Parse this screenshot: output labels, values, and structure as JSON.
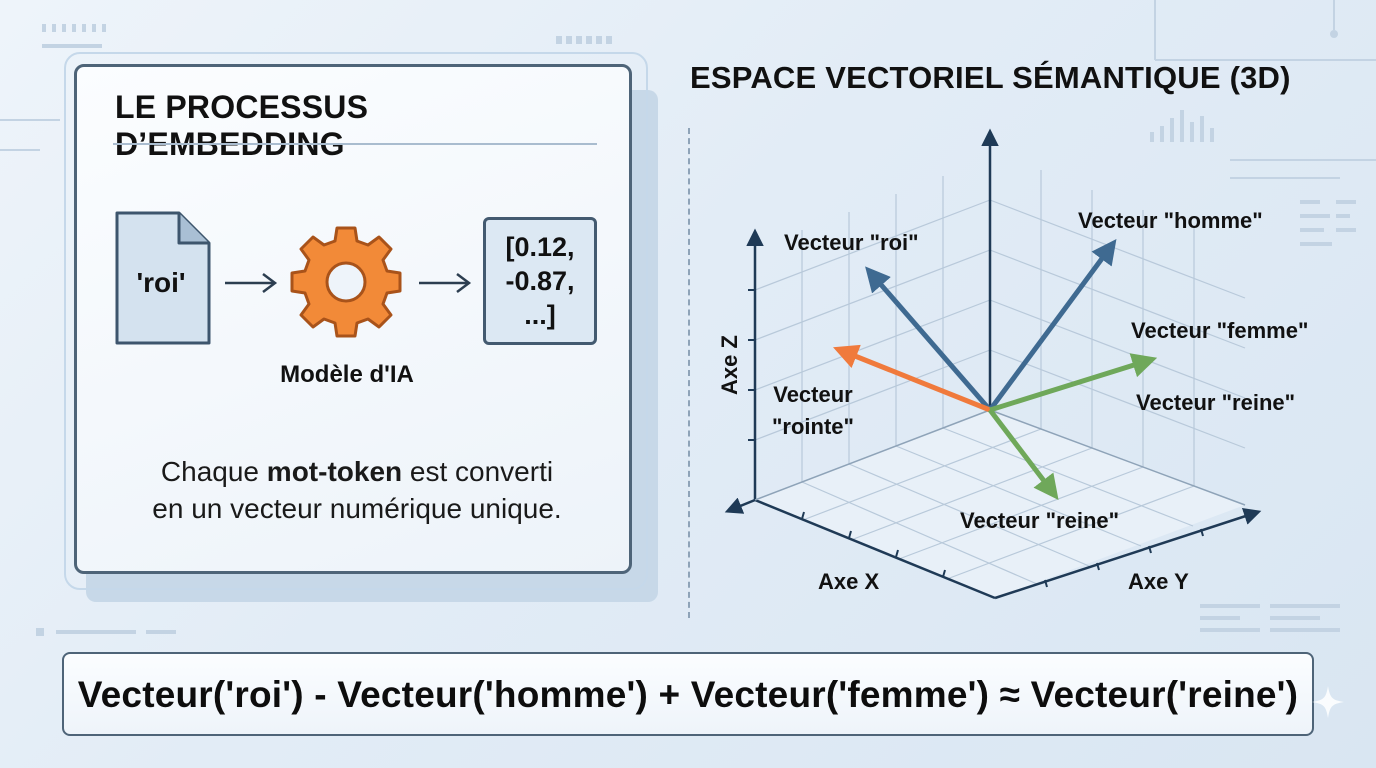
{
  "process_panel": {
    "title": "LE PROCESSUS D’EMBEDDING",
    "input_word": "'roi'",
    "model_label": "Modèle d'IA",
    "vector_lines": [
      "[0.12,",
      "-0.87,",
      "...]"
    ],
    "description_pre": "Chaque ",
    "description_bold": "mot-token",
    "description_post": " est converti",
    "description_line2": "en un vecteur numérique unique."
  },
  "vector_space": {
    "title": "ESPACE VECTORIEL SÉMANTIQUE (3D)",
    "axis_x": "Axe X",
    "axis_y": "Axe Y",
    "axis_z": "Axe Z",
    "labels": {
      "roi": "Vecteur \"roi\"",
      "homme": "Vecteur \"homme\"",
      "femme": "Vecteur \"femme\"",
      "reine_right": "Vecteur \"reine\"",
      "rointe_line1": "Vecteur",
      "rointe_line2": "\"rointe\"",
      "reine_bottom": "Vecteur \"reine\""
    }
  },
  "formula": "Vecteur('roi') - Vecteur('homme') + Vecteur('femme') ≈ Vecteur('reine')",
  "colors": {
    "blue_arrow": "#3f6a91",
    "orange_arrow": "#f07a3c",
    "green_arrow": "#6fa85a",
    "axis": "#1f3a56",
    "gear": "#f28a38"
  }
}
